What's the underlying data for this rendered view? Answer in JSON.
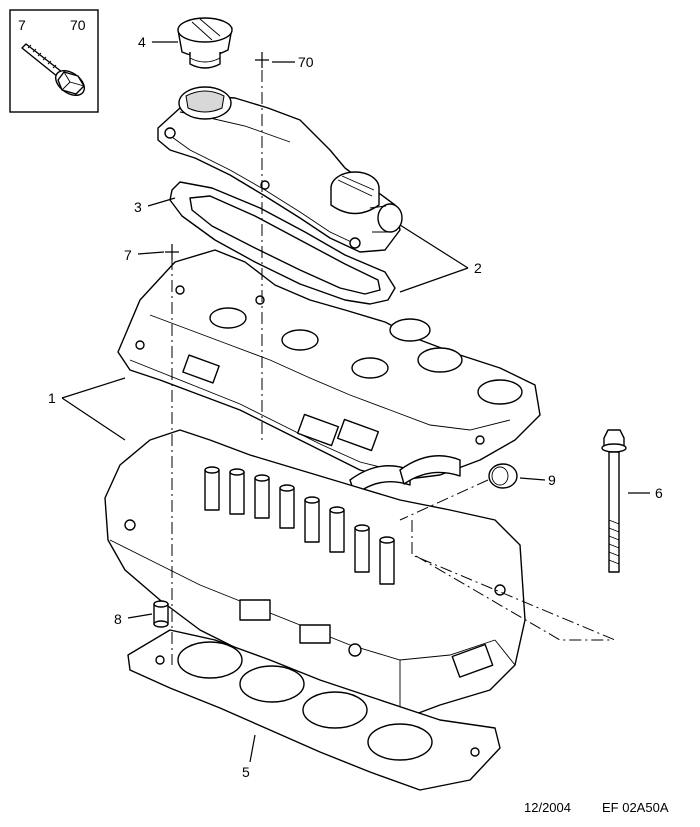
{
  "inset": {
    "qty_label": "7",
    "torque_label": "70",
    "icon": "bolt-icon"
  },
  "callouts": [
    {
      "id": "1",
      "text": "1"
    },
    {
      "id": "2",
      "text": "2"
    },
    {
      "id": "3",
      "text": "3"
    },
    {
      "id": "4",
      "text": "4"
    },
    {
      "id": "5",
      "text": "5"
    },
    {
      "id": "6",
      "text": "6"
    },
    {
      "id": "7",
      "text": "7"
    },
    {
      "id": "8",
      "text": "8"
    },
    {
      "id": "9",
      "text": "9"
    },
    {
      "id": "70",
      "text": "70"
    }
  ],
  "footer": {
    "date": "12/2004",
    "ref": "EF 02A50A"
  }
}
